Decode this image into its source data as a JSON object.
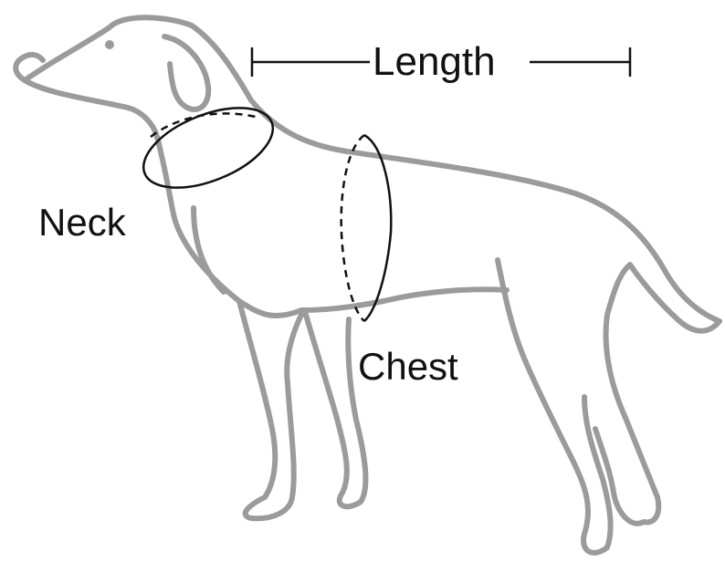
{
  "labels": {
    "length": "Length",
    "neck": "Neck",
    "chest": "Chest"
  },
  "icons": {
    "figure": "dog-silhouette-icon"
  },
  "colors": {
    "outline": "#9b9b9b",
    "measure": "#111111",
    "background": "#ffffff"
  }
}
